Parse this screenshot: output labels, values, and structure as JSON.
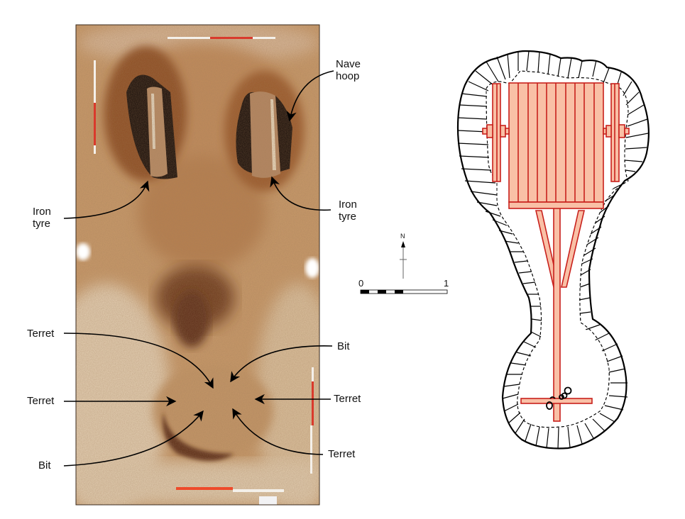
{
  "figure": {
    "photo_panel": {
      "description": "Excavation photograph of chariot burial",
      "labels": [
        {
          "id": "nave-hoop",
          "text": "Nave\nhoop"
        },
        {
          "id": "iron-tyre-left",
          "text": "Iron\ntyre"
        },
        {
          "id": "iron-tyre-right",
          "text": "Iron\ntyre"
        },
        {
          "id": "terret-left-top",
          "text": "Terret"
        },
        {
          "id": "bit-right",
          "text": "Bit"
        },
        {
          "id": "terret-left-mid",
          "text": "Terret"
        },
        {
          "id": "terret-right-mid",
          "text": "Terret"
        },
        {
          "id": "bit-left",
          "text": "Bit"
        },
        {
          "id": "terret-right-bottom",
          "text": "Terret"
        }
      ]
    },
    "scale": {
      "north_label": "N",
      "start_label": "0",
      "end_label": "1"
    },
    "plan_panel": {
      "description": "Plan drawing of chariot in grave pit",
      "colors": {
        "fill": "#f9c0a6",
        "stroke": "#c8201c",
        "outline": "#000000"
      },
      "body_planks": 10
    }
  }
}
